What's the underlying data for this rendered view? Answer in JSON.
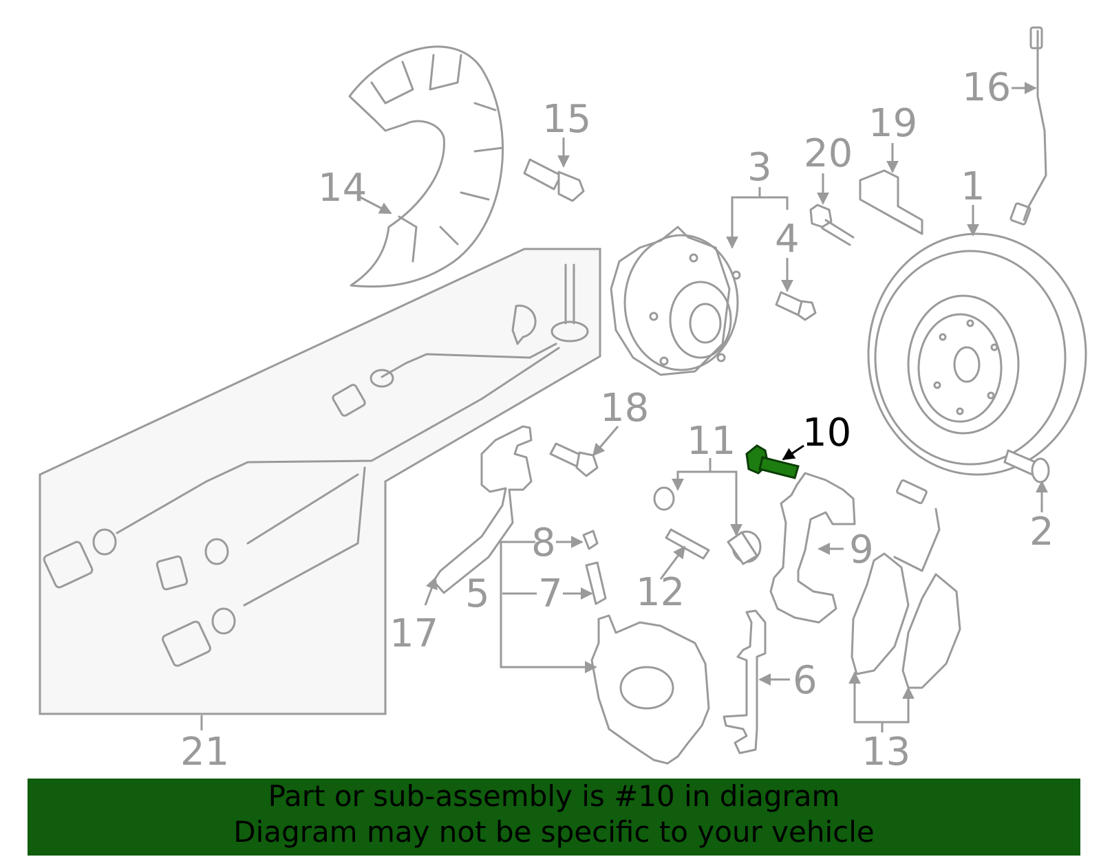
{
  "callouts": {
    "c1": "1",
    "c2": "2",
    "c3": "3",
    "c4": "4",
    "c5": "5",
    "c6": "6",
    "c7": "7",
    "c8": "8",
    "c9": "9",
    "c10": "10",
    "c11": "11",
    "c12": "12",
    "c13": "13",
    "c14": "14",
    "c15": "15",
    "c16": "16",
    "c17": "17",
    "c18": "18",
    "c19": "19",
    "c20": "20",
    "c21": "21"
  },
  "highlight": {
    "part": "10",
    "color": "#1e7d10"
  },
  "banner": {
    "line1": "Part or sub-assembly is #10 in diagram",
    "line2": "Diagram may not be specific to your vehicle",
    "background": "#0f5d0d"
  }
}
